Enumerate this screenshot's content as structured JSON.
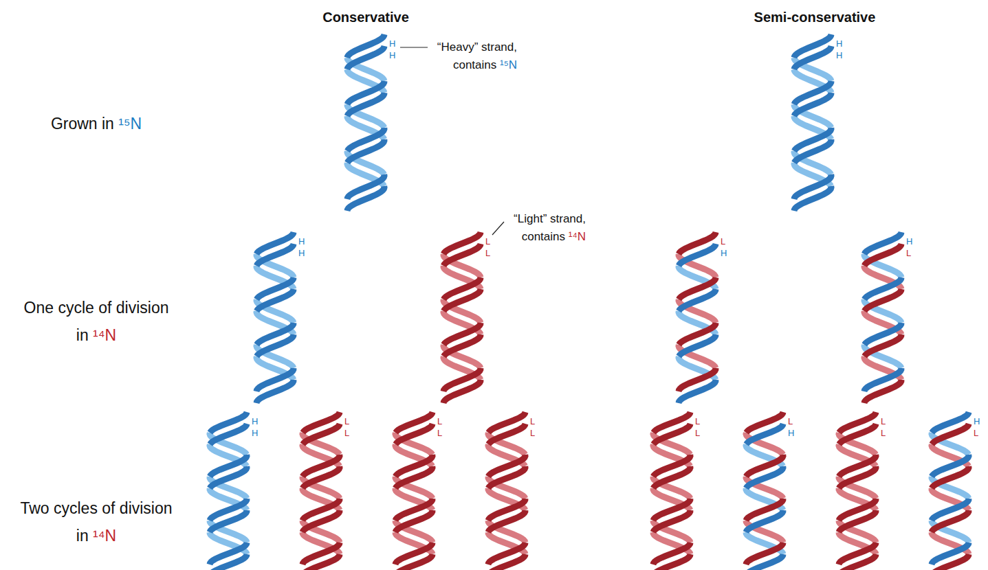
{
  "diagram": {
    "labels": [
      "Conservative",
      "Semi-conservative",
      "Grown in ¹⁵N",
      "“Heavy” strand, contains ¹⁵N",
      "H",
      "H",
      "H",
      "H",
      "One cycle of division in ¹⁴N",
      "“Light” strand, contains ¹⁴N",
      "H",
      "H",
      "L",
      "L",
      "L",
      "H",
      "H",
      "L",
      "Two cycles of division in ¹⁴N",
      "H",
      "H",
      "L",
      "L",
      "L",
      "L",
      "L",
      "L",
      "L",
      "L",
      "L",
      "H",
      "L",
      "L",
      "H",
      "L"
    ]
  }
}
